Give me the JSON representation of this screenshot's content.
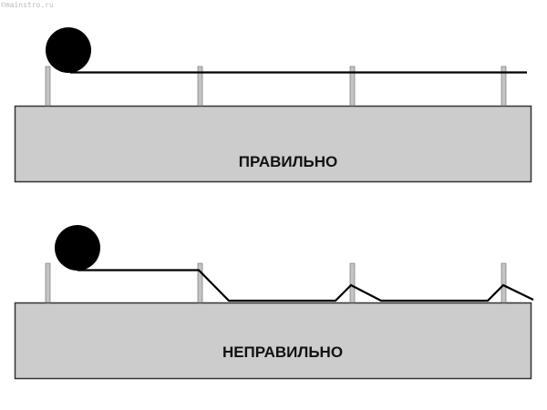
{
  "watermark": "©mainstro.ru",
  "panels": {
    "correct": {
      "label": "ПРАВИЛЬНО"
    },
    "incorrect": {
      "label": "НЕПРАВИЛЬНО"
    }
  },
  "colors": {
    "slab": "#cccccc",
    "post": "#c4c4c4",
    "cable": "#000000",
    "outline": "#333333"
  }
}
